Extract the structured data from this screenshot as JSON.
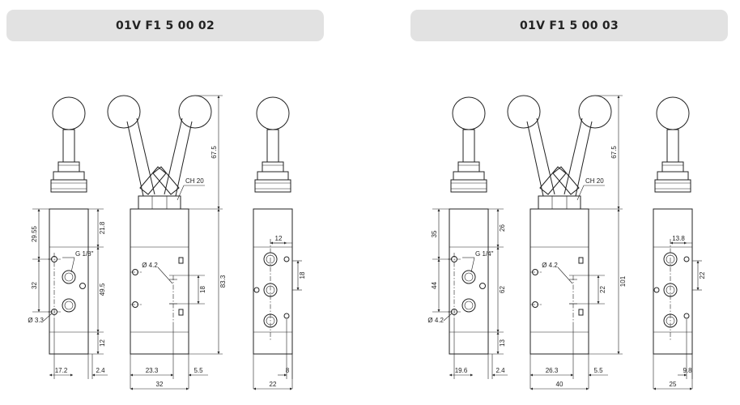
{
  "diagrams": [
    {
      "model": "01V F1 5 00 02",
      "port_thread": "G 1/8\"",
      "mount_hole": "Ø 3.3",
      "vent_hole": "Ø 4.2",
      "wrench": "CH 20",
      "dims": {
        "d29_55": "29.55",
        "d21_8": "21.8",
        "d32v": "32",
        "d49_5": "49.5",
        "d12v": "12",
        "d17_2": "17.2",
        "d2_4": "2.4",
        "d67_5": "67.5",
        "d83_3": "83.3",
        "d18m": "18",
        "d23_3": "23.3",
        "d5_5": "5.5",
        "d32h": "32",
        "d12r": "12",
        "d18r": "18",
        "d8": "8",
        "d22": "22"
      }
    },
    {
      "model": "01V F1 5 00 03",
      "port_thread": "G 1/4\"",
      "mount_hole": "Ø 4.2",
      "vent_hole": "Ø 4.2",
      "wrench": "CH 20",
      "dims": {
        "d29_55": "35",
        "d21_8": "26",
        "d32v": "44",
        "d49_5": "62",
        "d12v": "13",
        "d17_2": "19.6",
        "d2_4": "2.4",
        "d67_5": "67.5",
        "d83_3": "101",
        "d18m": "22",
        "d23_3": "26.3",
        "d5_5": "5.5",
        "d32h": "40",
        "d12r": "13.8",
        "d18r": "22",
        "d8": "9.8",
        "d22": "25"
      }
    }
  ]
}
